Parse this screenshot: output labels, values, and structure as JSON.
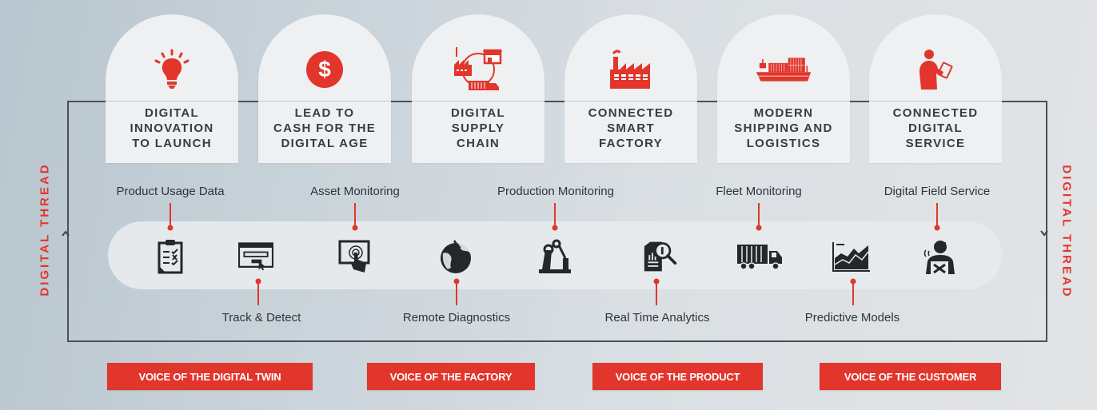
{
  "colors": {
    "accent": "#e2352b",
    "dark": "#2b2f35",
    "frame": "#4a5058",
    "card": "#eef0f1"
  },
  "side_labels": {
    "left": "DIGITAL THREAD",
    "right": "DIGITAL THREAD"
  },
  "pillars": [
    {
      "title": "DIGITAL\nINNOVATION\nTO LAUNCH",
      "icon": "lightbulb-icon"
    },
    {
      "title": "LEAD TO\nCASH FOR THE\nDIGITAL AGE",
      "icon": "dollar-coin-icon"
    },
    {
      "title": "DIGITAL\nSUPPLY\nCHAIN",
      "icon": "supply-chain-cycle-icon"
    },
    {
      "title": "CONNECTED\nSMART\nFACTORY",
      "icon": "factory-icon"
    },
    {
      "title": "MODERN\nSHIPPING AND\nLOGISTICS",
      "icon": "cargo-ship-icon"
    },
    {
      "title": "CONNECTED\nDIGITAL\nSERVICE",
      "icon": "person-tablet-icon"
    }
  ],
  "capabilities": [
    {
      "label": "Product Usage Data",
      "position": "top",
      "icon": "clipboard-checklist-icon"
    },
    {
      "label": "Track & Detect",
      "position": "bottom",
      "icon": "browser-click-icon"
    },
    {
      "label": "Asset Monitoring",
      "position": "top",
      "icon": "tablet-touch-icon"
    },
    {
      "label": "Remote Diagnostics",
      "position": "bottom",
      "icon": "globe-icon"
    },
    {
      "label": "Production Monitoring",
      "position": "top",
      "icon": "robot-arm-icon"
    },
    {
      "label": "Real Time Analytics",
      "position": "bottom",
      "icon": "document-magnifier-icon"
    },
    {
      "label": "Fleet Monitoring",
      "position": "top",
      "icon": "truck-icon"
    },
    {
      "label": "Predictive Models",
      "position": "bottom",
      "icon": "area-chart-icon"
    },
    {
      "label": "Digital Field Service",
      "position": "top",
      "icon": "technician-icon"
    }
  ],
  "voices": [
    {
      "label": "VOICE OF THE DIGITAL TWIN"
    },
    {
      "label": "VOICE OF THE FACTORY"
    },
    {
      "label": "VOICE OF THE PRODUCT"
    },
    {
      "label": "VOICE OF THE CUSTOMER"
    }
  ]
}
